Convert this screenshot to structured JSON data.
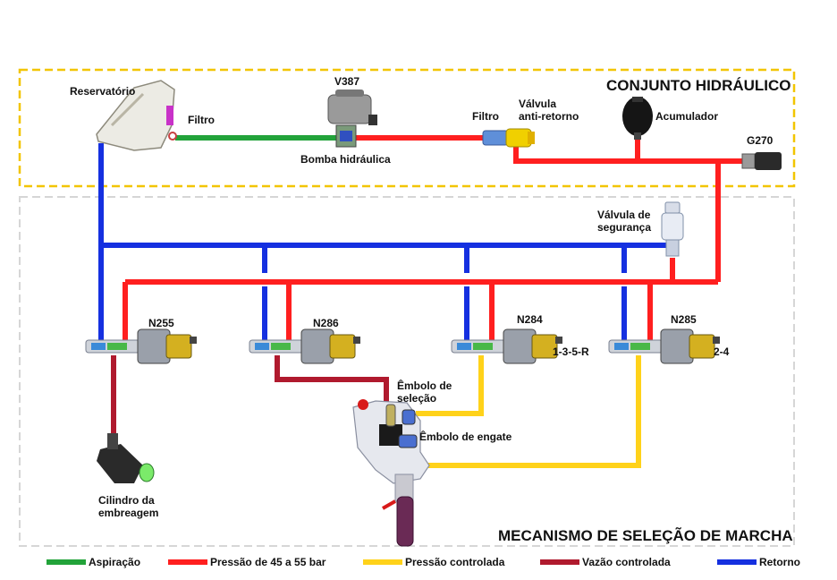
{
  "colors": {
    "aspiracao": "#22a33a",
    "pressao": "#ff1f1f",
    "controlada": "#ffd21a",
    "vazao": "#b01a2e",
    "retorno": "#1530e0",
    "frame_yellow": "#f2c500",
    "frame_gray": "#d6d6d6"
  },
  "sections": {
    "hydraulic": "CONJUNTO HIDRÁULICO",
    "mechanism": "MECANISMO DE SELEÇÃO DE MARCHA"
  },
  "components": {
    "reservatorio": "Reservatório",
    "filtro1": "Filtro",
    "v387": "V387",
    "bomba": "Bomba hidráulica",
    "filtro2": "Filtro",
    "valvula_anti_line1": "Válvula",
    "valvula_anti_line2": "anti-retorno",
    "acumulador": "Acumulador",
    "g270": "G270",
    "valvula_seg_line1": "Válvula de",
    "valvula_seg_line2": "segurança",
    "n255": "N255",
    "n286": "N286",
    "n284": "N284",
    "n285": "N285",
    "gear_135r": "1-3-5-R",
    "gear_24": "2-4",
    "embolo_sel_line1": "Êmbolo de",
    "embolo_sel_line2": "seleção",
    "embolo_eng": "Êmbolo de engate",
    "cilindro_line1": "Cilindro da",
    "cilindro_line2": "embreagem"
  },
  "legend": [
    {
      "label": "Aspiração",
      "color": "#22a33a"
    },
    {
      "label": "Pressão de 45 a 55 bar",
      "color": "#ff1f1f"
    },
    {
      "label": "Pressão controlada",
      "color": "#ffd21a"
    },
    {
      "label": "Vazão controlada",
      "color": "#b01a2e"
    },
    {
      "label": "Retorno",
      "color": "#1530e0"
    }
  ]
}
